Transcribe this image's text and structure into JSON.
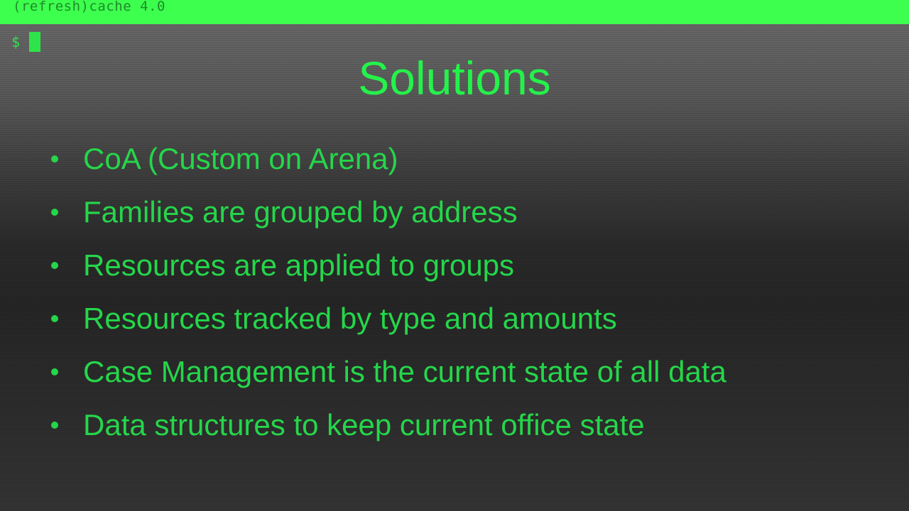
{
  "window": {
    "title": "(refresh)cache 4.0"
  },
  "terminal": {
    "prompt": "$"
  },
  "slide": {
    "title": "Solutions",
    "bullets": [
      "CoA (Custom on Arena)",
      "Families are grouped by address",
      "Resources are applied to groups",
      "Resources tracked by type and amounts",
      "Case Management is the current state of all data",
      "Data structures to keep current office state"
    ]
  },
  "colors": {
    "accent_green": "#3dff4d",
    "text_green": "#25d64a",
    "title_text": "#1f8a2c"
  }
}
